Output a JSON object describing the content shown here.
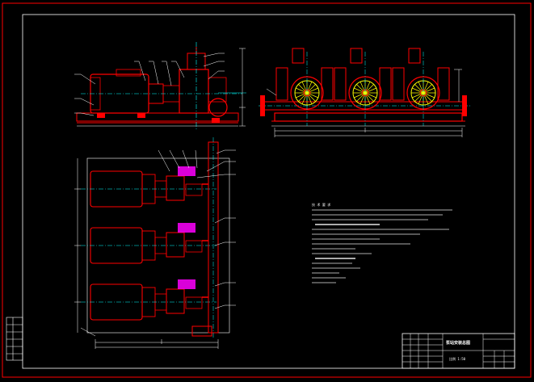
{
  "title_block": {
    "drawing_title": "泵站安装总图",
    "school": "",
    "sheet_label": "比例 1:50"
  },
  "notes": {
    "heading": "技 术 要 求"
  },
  "colors": {
    "background": "#000000",
    "frame": "#ff0000",
    "equipment": "#ff0000",
    "centerline": "#00ffff",
    "impeller": "#ffff00",
    "dimension": "#ffffff",
    "highlight": "#ff00ff"
  }
}
